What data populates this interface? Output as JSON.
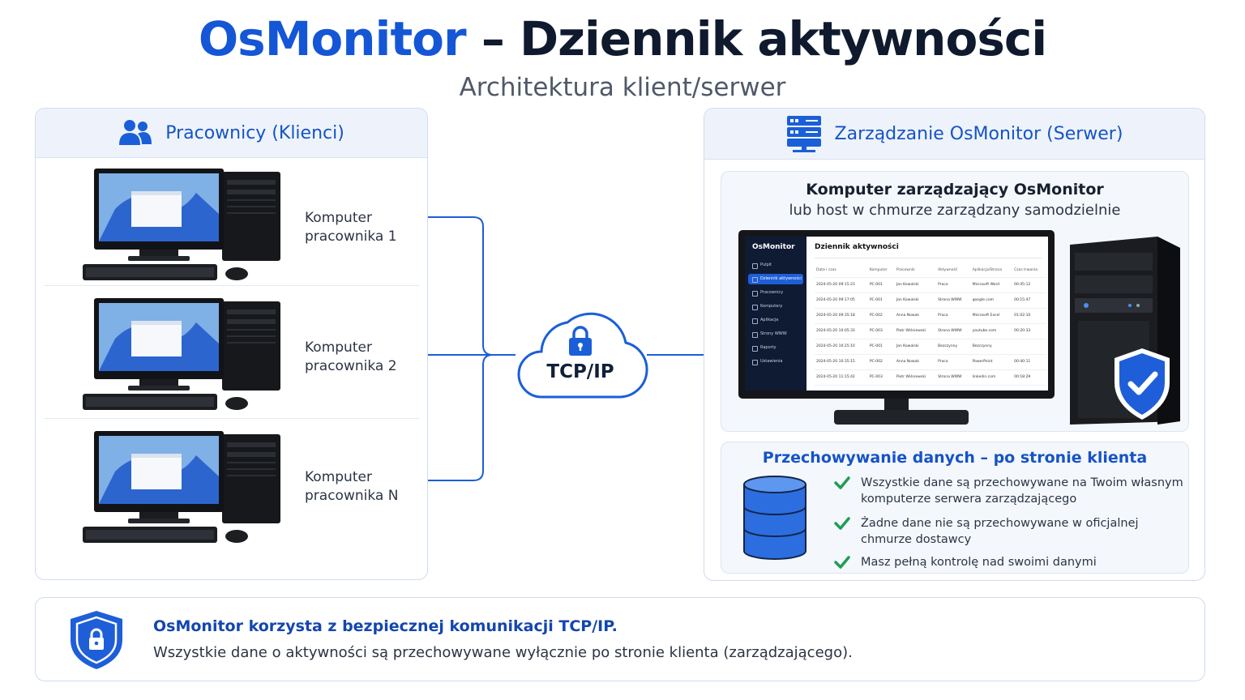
{
  "header": {
    "title_brand": "OsMonitor",
    "title_rest": " – Dziennik aktywności",
    "subtitle": "Architektura klient/serwer"
  },
  "clients": {
    "title": "Pracownicy (Klienci)",
    "items": [
      {
        "label": "Komputer\npracownika 1"
      },
      {
        "label": "Komputer\npracownika 2"
      },
      {
        "label": "Komputer\npracownika N"
      }
    ]
  },
  "network": {
    "protocol": "TCP/IP"
  },
  "server": {
    "title": "Zarządzanie OsMonitor (Serwer)",
    "manager_heading": "Komputer zarządzający OsMonitor",
    "manager_subheading": "lub host w chmurze zarządzany samodzielnie",
    "app": {
      "logo": "OsMonitor",
      "screen_title": "Dziennik aktywności",
      "nav": [
        "Pulpit",
        "Dziennik aktywności",
        "Pracownicy",
        "Komputery",
        "Aplikacje",
        "Strony WWW",
        "Raporty",
        "Ustawienia"
      ],
      "active_nav": 1,
      "columns": [
        "Data i czas",
        "Komputer",
        "Pracownik",
        "Aktywność",
        "Aplikacja/Strona",
        "Czas trwania"
      ],
      "rows": [
        [
          "2024-05-20 09:15:23",
          "PC-001",
          "Jan Kowalski",
          "Praca",
          "Microsoft Word",
          "00:45:12"
        ],
        [
          "2024-05-20 09:17:05",
          "PC-001",
          "Jan Kowalski",
          "Strona WWW",
          "google.com",
          "00:15:47"
        ],
        [
          "2024-05-20 09:35:18",
          "PC-002",
          "Anna Nowak",
          "Praca",
          "Microsoft Excel",
          "01:02:10"
        ],
        [
          "2024-05-20 10:05:33",
          "PC-003",
          "Piotr Wiśniewski",
          "Strona WWW",
          "youtube.com",
          "00:20:33"
        ],
        [
          "2024-05-20 10:25:10",
          "PC-001",
          "Jan Kowalski",
          "Bezczynny",
          "Bezczynny",
          ""
        ],
        [
          "2024-05-20 10:35:15",
          "PC-002",
          "Anna Nowak",
          "Praca",
          "PowerPoint",
          "00:40:11"
        ],
        [
          "2024-05-20 11:15:42",
          "PC-003",
          "Piotr Wiśniewski",
          "Strona WWW",
          "linkedin.com",
          "00:18:29"
        ]
      ]
    },
    "storage_heading": "Przechowywanie danych – po stronie klienta",
    "bullets": [
      "Wszystkie dane są przechowywane na Twoim własnym komputerze serwera zarządzającego",
      "Żadne dane nie są przechowywane w oficjalnej chmurze dostawcy",
      "Masz pełną kontrolę nad swoimi danymi"
    ]
  },
  "footer": {
    "headline": "OsMonitor korzysta z bezpiecznej komunikacji TCP/IP.",
    "text": "Wszystkie dane o aktywności są przechowywane wyłącznie po stronie klienta (zarządzającego)."
  },
  "colors": {
    "accent": "#1456d6",
    "dark": "#0f1a2e",
    "check": "#1f9d55",
    "panel_head": "#eef3fb"
  }
}
